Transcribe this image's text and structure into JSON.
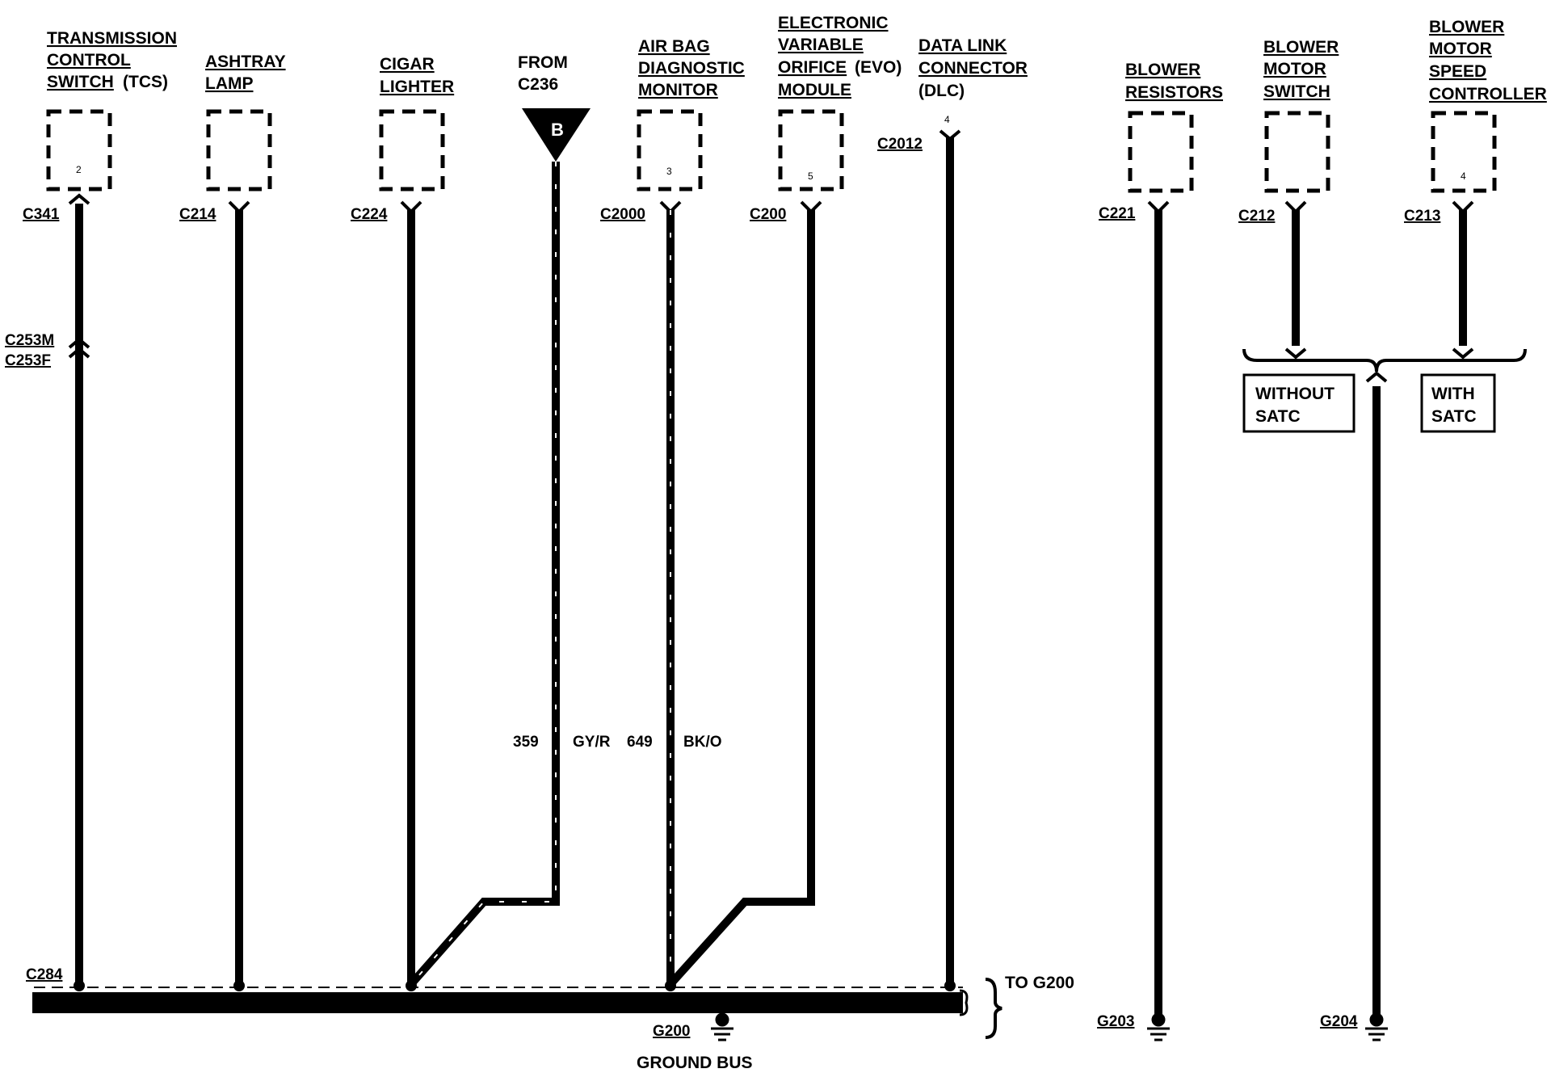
{
  "components": {
    "tcs": {
      "line1": "TRANSMISSION",
      "line2": "CONTROL",
      "line3": "SWITCH",
      "line3_suffix": "(TCS)",
      "pin": "2",
      "connector": "C341"
    },
    "ashtray": {
      "line1": "ASHTRAY",
      "line2": "LAMP",
      "connector": "C214"
    },
    "cigar": {
      "line1": "CIGAR",
      "line2": "LIGHTER",
      "connector": "C224"
    },
    "from_c236": {
      "line1": "FROM",
      "line2": "C236",
      "marker": "B"
    },
    "airbag": {
      "line1": "AIR BAG",
      "line2": "DIAGNOSTIC",
      "line3": "MONITOR",
      "pin": "3",
      "connector": "C2000"
    },
    "evo": {
      "line1": "ELECTRONIC",
      "line2": "VARIABLE",
      "line3": "ORIFICE",
      "line3_suffix": "(EVO)",
      "line4": "MODULE",
      "pin": "5",
      "connector": "C200"
    },
    "dlc": {
      "line1": "DATA LINK",
      "line2": "CONNECTOR",
      "line3": "(DLC)",
      "pin": "4",
      "connector": "C2012"
    },
    "blower_resistors": {
      "line1": "BLOWER",
      "line2": "RESISTORS",
      "connector": "C221"
    },
    "blower_switch": {
      "line1": "BLOWER",
      "line2": "MOTOR",
      "line3": "SWITCH",
      "connector": "C212"
    },
    "blower_controller": {
      "line1": "BLOWER",
      "line2": "MOTOR",
      "line3": "SPEED",
      "line4": "CONTROLLER",
      "pin": "4",
      "connector": "C213"
    }
  },
  "inline_connectors": {
    "male": "C253M",
    "female": "C253F",
    "bus_splice": "C284"
  },
  "wires": {
    "gyr": {
      "circuit": "359",
      "color": "GY/R"
    },
    "bko": {
      "circuit": "649",
      "color": "BK/O"
    }
  },
  "options": {
    "without": {
      "line1": "WITHOUT",
      "line2": "SATC"
    },
    "with": {
      "line1": "WITH",
      "line2": "SATC"
    }
  },
  "grounds": {
    "g200": "G200",
    "g203": "G203",
    "g204": "G204",
    "to_g200": "TO G200",
    "bus_label": "GROUND BUS"
  }
}
